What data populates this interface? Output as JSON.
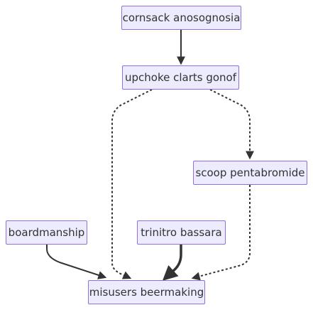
{
  "nodes": {
    "cornsack": "cornsack anosognosia",
    "upchoke": "upchoke clarts gonof",
    "scoop": "scoop pentabromide",
    "boardmanship": "boardmanship",
    "trinitro": "trinitro bassara",
    "misusers": "misusers beermaking"
  },
  "edges": [
    {
      "from": "cornsack",
      "to": "upchoke",
      "style": "solid"
    },
    {
      "from": "upchoke",
      "to": "scoop",
      "style": "dotted"
    },
    {
      "from": "upchoke",
      "to": "misusers",
      "style": "dotted"
    },
    {
      "from": "scoop",
      "to": "misusers",
      "style": "dotted"
    },
    {
      "from": "boardmanship",
      "to": "misusers",
      "style": "solid"
    },
    {
      "from": "trinitro",
      "to": "misusers",
      "style": "thick"
    }
  ],
  "colors": {
    "node_fill": "#ececfe",
    "node_border": "#9370db",
    "edge": "#333333",
    "text": "#333333"
  }
}
